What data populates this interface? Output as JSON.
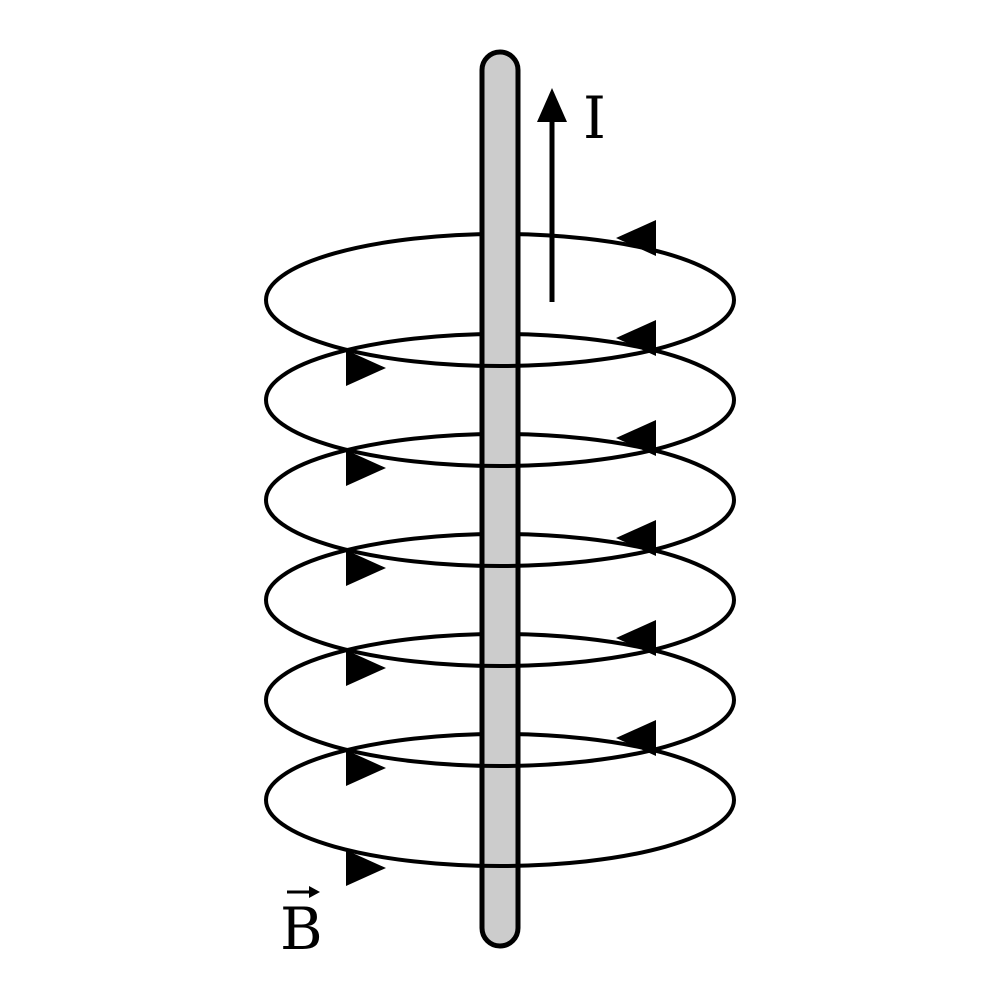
{
  "labels": {
    "current": "I",
    "field": "B"
  },
  "loops": {
    "count": 6
  },
  "colors": {
    "stroke": "#000000",
    "wire_fill": "#cccccc",
    "background": "#ffffff"
  }
}
